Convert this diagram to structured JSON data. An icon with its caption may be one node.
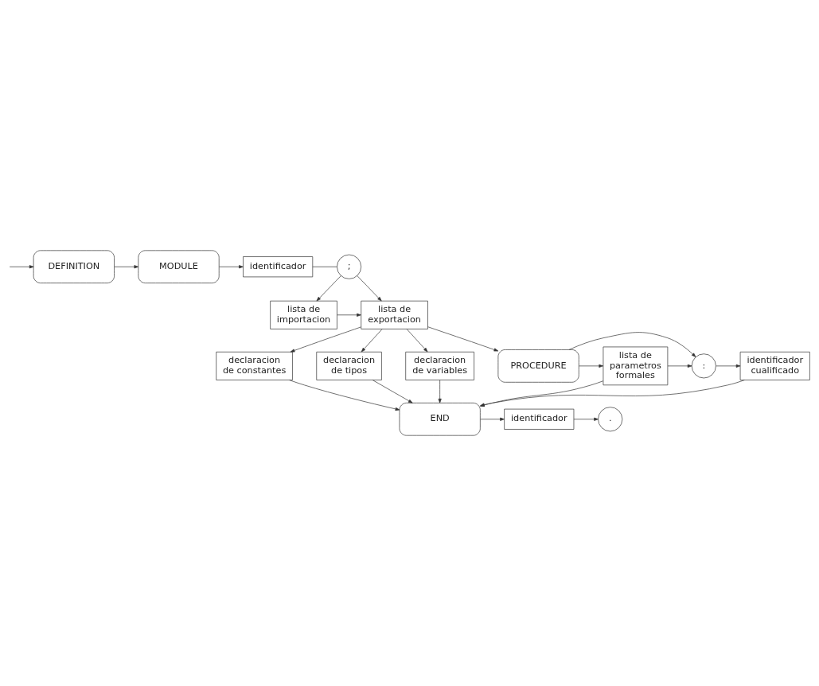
{
  "diagram": {
    "nodes": [
      {
        "text": [
          "DEFINITION"
        ]
      },
      {
        "text": [
          "MODULE"
        ]
      },
      {
        "text": [
          "identificador"
        ]
      },
      {
        "text": [
          ";"
        ]
      },
      {
        "text": [
          "lista de importacion"
        ]
      },
      {
        "text": [
          "lista de exportacion"
        ]
      },
      {
        "text": [
          "declaracion de constantes"
        ]
      },
      {
        "text": [
          "declaracion de tipos"
        ]
      },
      {
        "text": [
          "declaracion de variables"
        ]
      },
      {
        "text": [
          "PROCEDURE"
        ]
      },
      {
        "text": [
          "lista de parametros formales"
        ]
      },
      {
        "text": [
          ":"
        ]
      },
      {
        "text": [
          "identificador cualificado"
        ]
      },
      {
        "text": [
          "END"
        ]
      },
      {
        "text": [
          "identificador"
        ]
      },
      {
        "text": [
          "."
        ]
      }
    ],
    "edges": [
      {
        "from": null,
        "to": 0,
        "arrow": "to"
      },
      {
        "from": 0,
        "to": 1,
        "arrow": "to"
      },
      {
        "from": 1,
        "to": 2,
        "arrow": "to"
      },
      {
        "from": 2,
        "to": 3,
        "arrow": "none"
      },
      {
        "from": 3,
        "to": 4,
        "arrow": "to"
      },
      {
        "from": 3,
        "to": 5,
        "arrow": "to"
      },
      {
        "from": 4,
        "to": 5,
        "arrow": "to"
      },
      {
        "from": 5,
        "to": 6,
        "arrow": "to"
      },
      {
        "from": 5,
        "to": 7,
        "arrow": "to"
      },
      {
        "from": 5,
        "to": 8,
        "arrow": "to"
      },
      {
        "from": 5,
        "to": 9,
        "arrow": "to"
      },
      {
        "from": 6,
        "to": 13,
        "arrow": "to"
      },
      {
        "from": 7,
        "to": 13,
        "arrow": "to"
      },
      {
        "from": 8,
        "to": 13,
        "arrow": "to"
      },
      {
        "from": 9,
        "to": 10,
        "arrow": "to"
      },
      {
        "from": 9,
        "to": 11,
        "arrow": "to"
      },
      {
        "from": 10,
        "to": 11,
        "arrow": "to"
      },
      {
        "from": 10,
        "to": 13,
        "arrow": "to"
      },
      {
        "from": 11,
        "to": 12,
        "arrow": "to"
      },
      {
        "from": 12,
        "to": 13,
        "arrow": "to"
      },
      {
        "from": 13,
        "to": 14,
        "arrow": "to"
      },
      {
        "from": 14,
        "to": 15,
        "arrow": "to"
      }
    ]
  }
}
